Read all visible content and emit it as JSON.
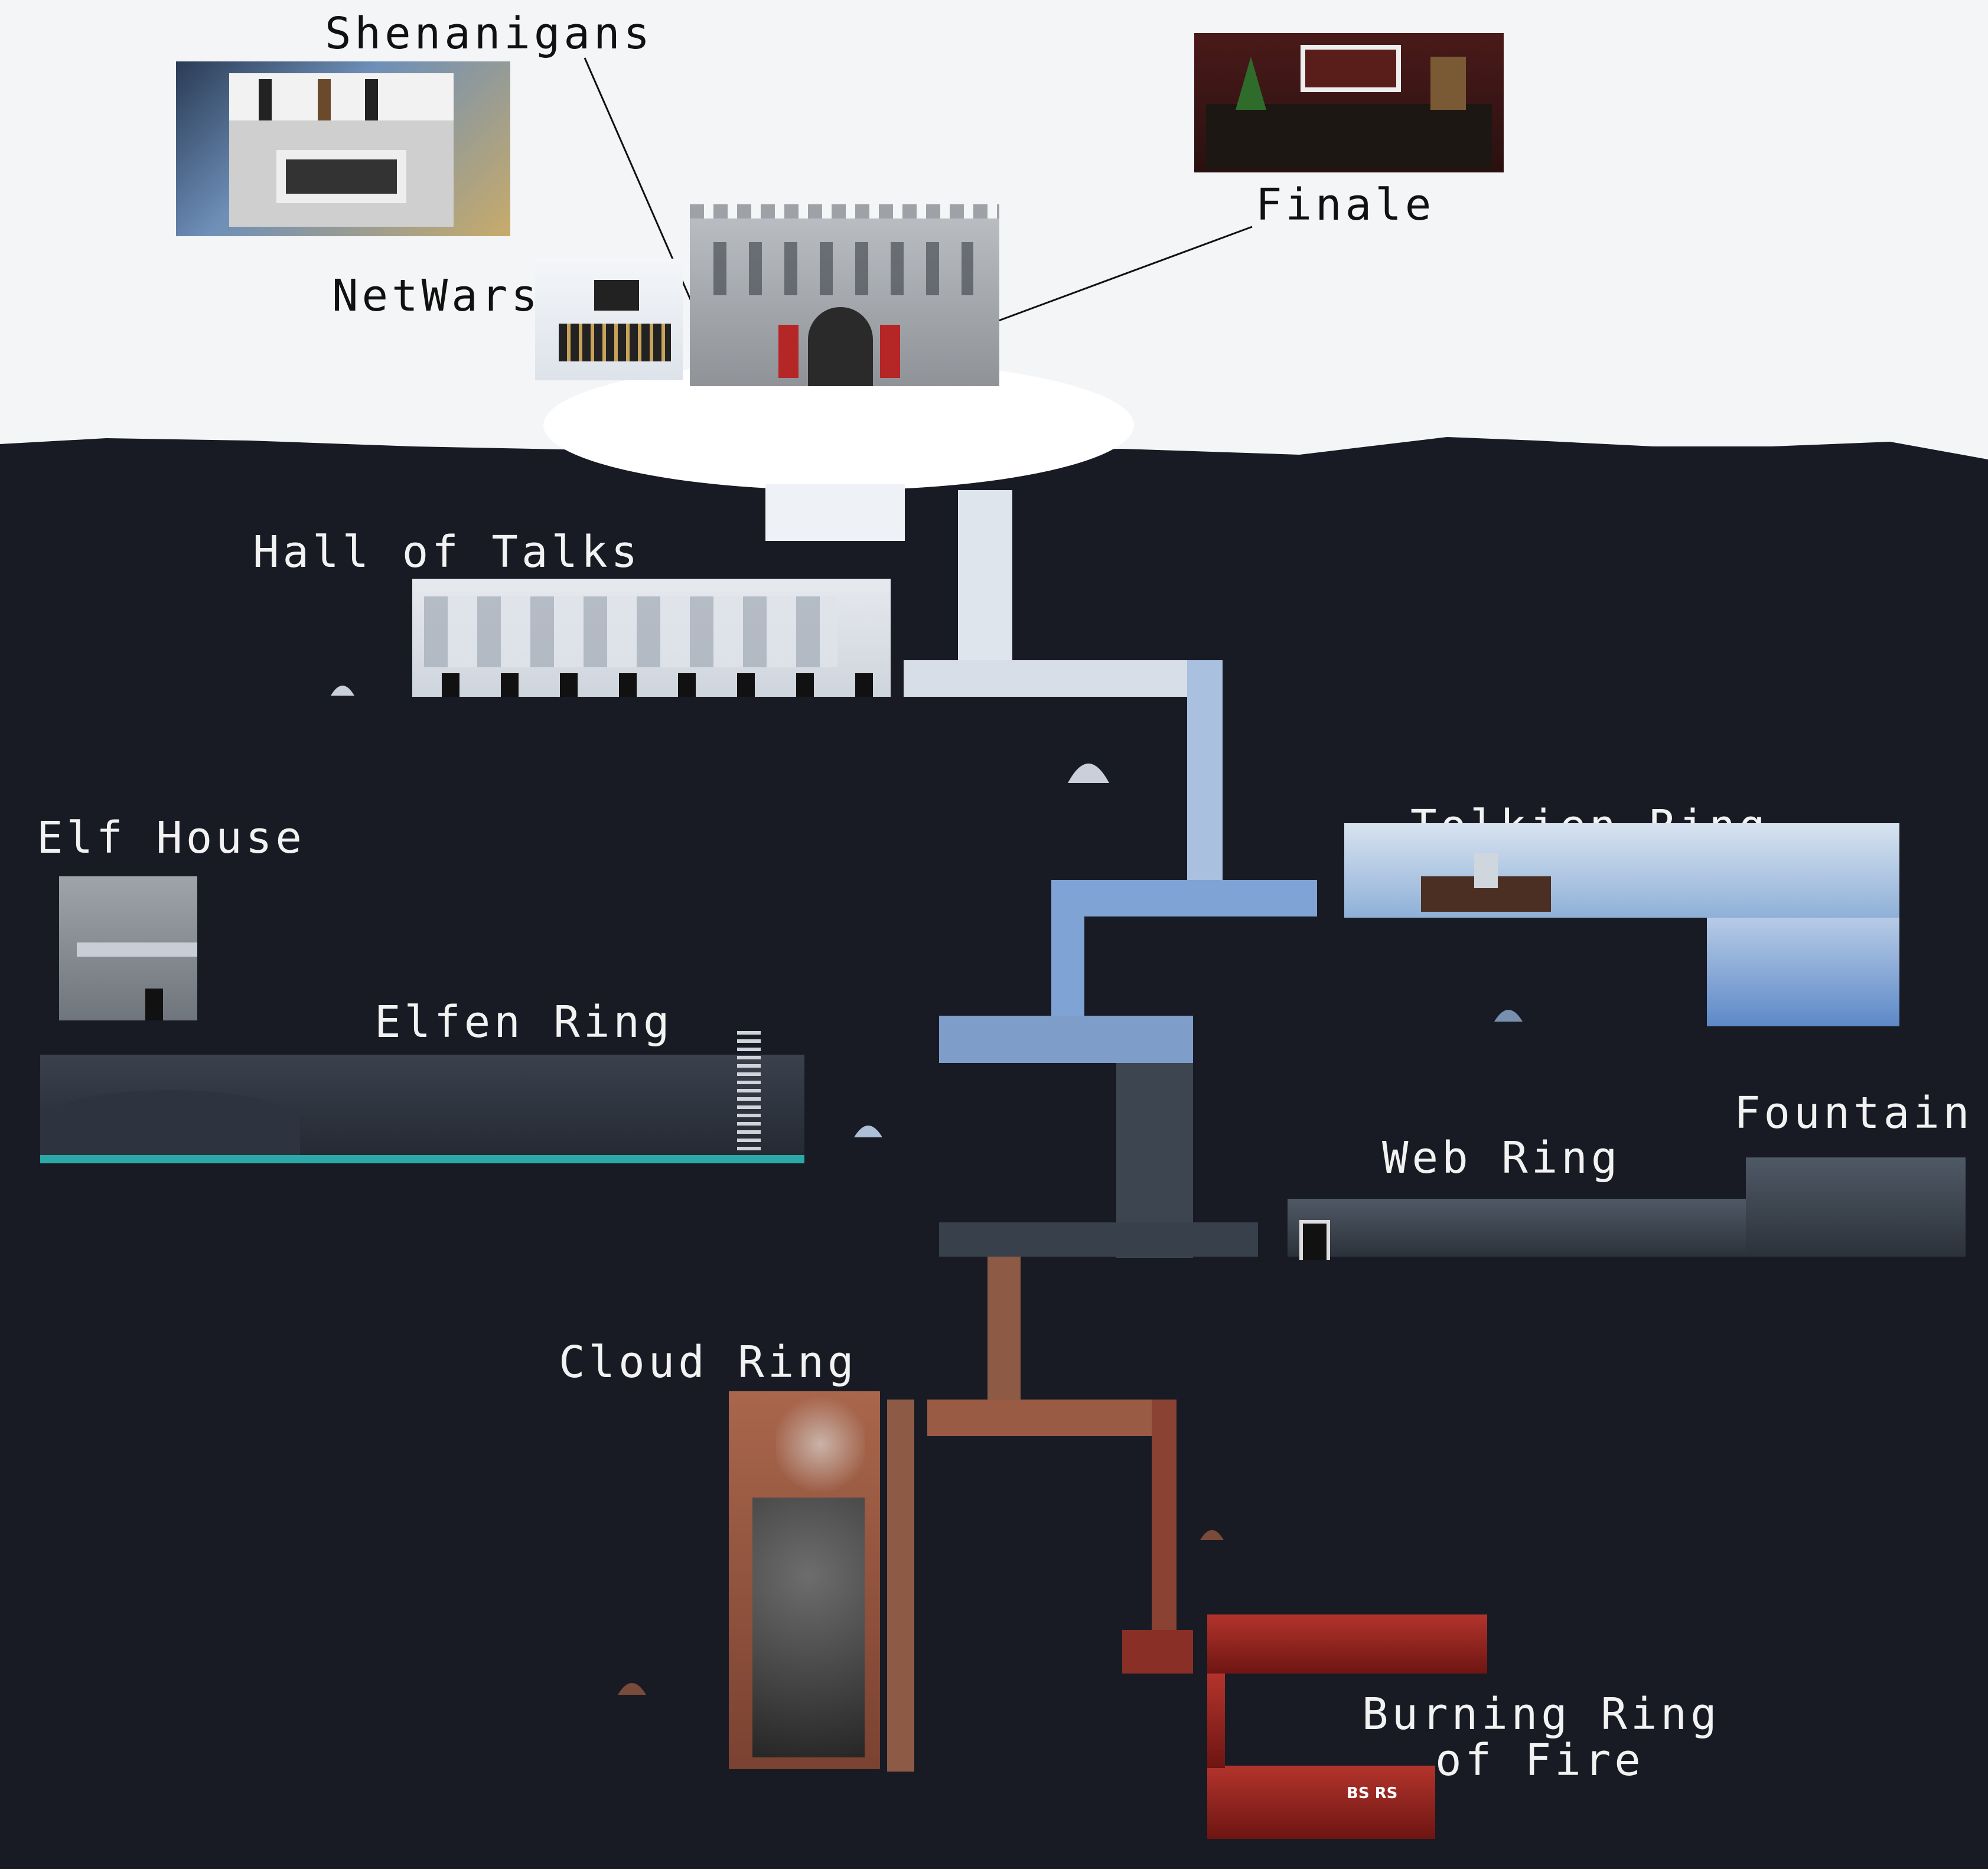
{
  "areas": {
    "shenanigans": {
      "label": "Shenanigans"
    },
    "finale": {
      "label": "Finale"
    },
    "netwars": {
      "label": "NetWars"
    },
    "hall_of_talks": {
      "label": "Hall of Talks"
    },
    "elf_house": {
      "label": "Elf House"
    },
    "tolkien_ring": {
      "label": "Tolkien Ring"
    },
    "elfen_ring": {
      "label": "Elfen Ring"
    },
    "fountain": {
      "label": "Fountain"
    },
    "web_ring": {
      "label": "Web Ring"
    },
    "cloud_ring": {
      "label": "Cloud Ring"
    },
    "burning_ring": {
      "label_line1": "Burning Ring",
      "label_line2": "of Fire"
    }
  },
  "vending_sign": "BS RS",
  "colors": {
    "sky": "#f4f5f7",
    "underground": "#181b24",
    "label_dark": "#111111",
    "label_light": "#f2f2f2"
  }
}
